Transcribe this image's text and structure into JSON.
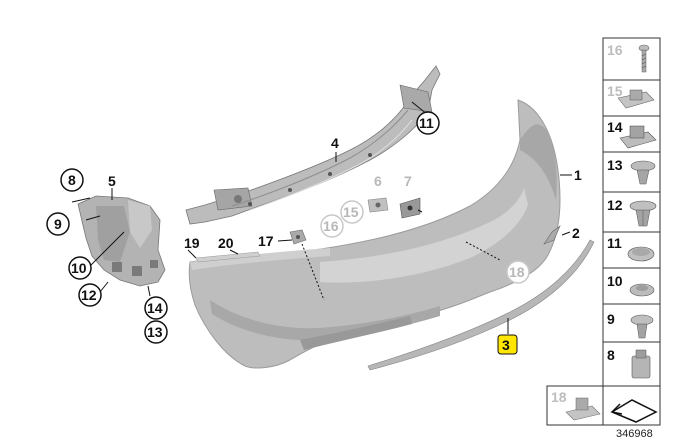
{
  "diagram": {
    "document_number": "346968",
    "callouts": [
      {
        "id": "c1",
        "text": "1"
      },
      {
        "id": "c2",
        "text": "2"
      },
      {
        "id": "c3",
        "text": "3"
      },
      {
        "id": "c4",
        "text": "4"
      },
      {
        "id": "c5",
        "text": "5"
      },
      {
        "id": "c6",
        "text": "6"
      },
      {
        "id": "c7",
        "text": "7"
      },
      {
        "id": "c8",
        "text": "8"
      },
      {
        "id": "c9",
        "text": "9"
      },
      {
        "id": "c10",
        "text": "10"
      },
      {
        "id": "c11",
        "text": "11"
      },
      {
        "id": "c12",
        "text": "12"
      },
      {
        "id": "c13",
        "text": "13"
      },
      {
        "id": "c14",
        "text": "14"
      },
      {
        "id": "c15",
        "text": "15"
      },
      {
        "id": "c16",
        "text": "16"
      },
      {
        "id": "c17",
        "text": "17"
      },
      {
        "id": "c18",
        "text": "18"
      },
      {
        "id": "c19",
        "text": "19"
      },
      {
        "id": "c20",
        "text": "20"
      }
    ],
    "parts_panel": [
      "16",
      "15",
      "14",
      "13",
      "12",
      "11",
      "10",
      "9",
      "8"
    ],
    "footer_panel": "18"
  },
  "colors": {
    "part_fill": "#bcbcbc",
    "part_shadow": "#a4a4a4",
    "part_light": "#d6d6d6",
    "highlight": "#ffe600",
    "line": "#111111",
    "grey_label": "#b8b8b8"
  }
}
